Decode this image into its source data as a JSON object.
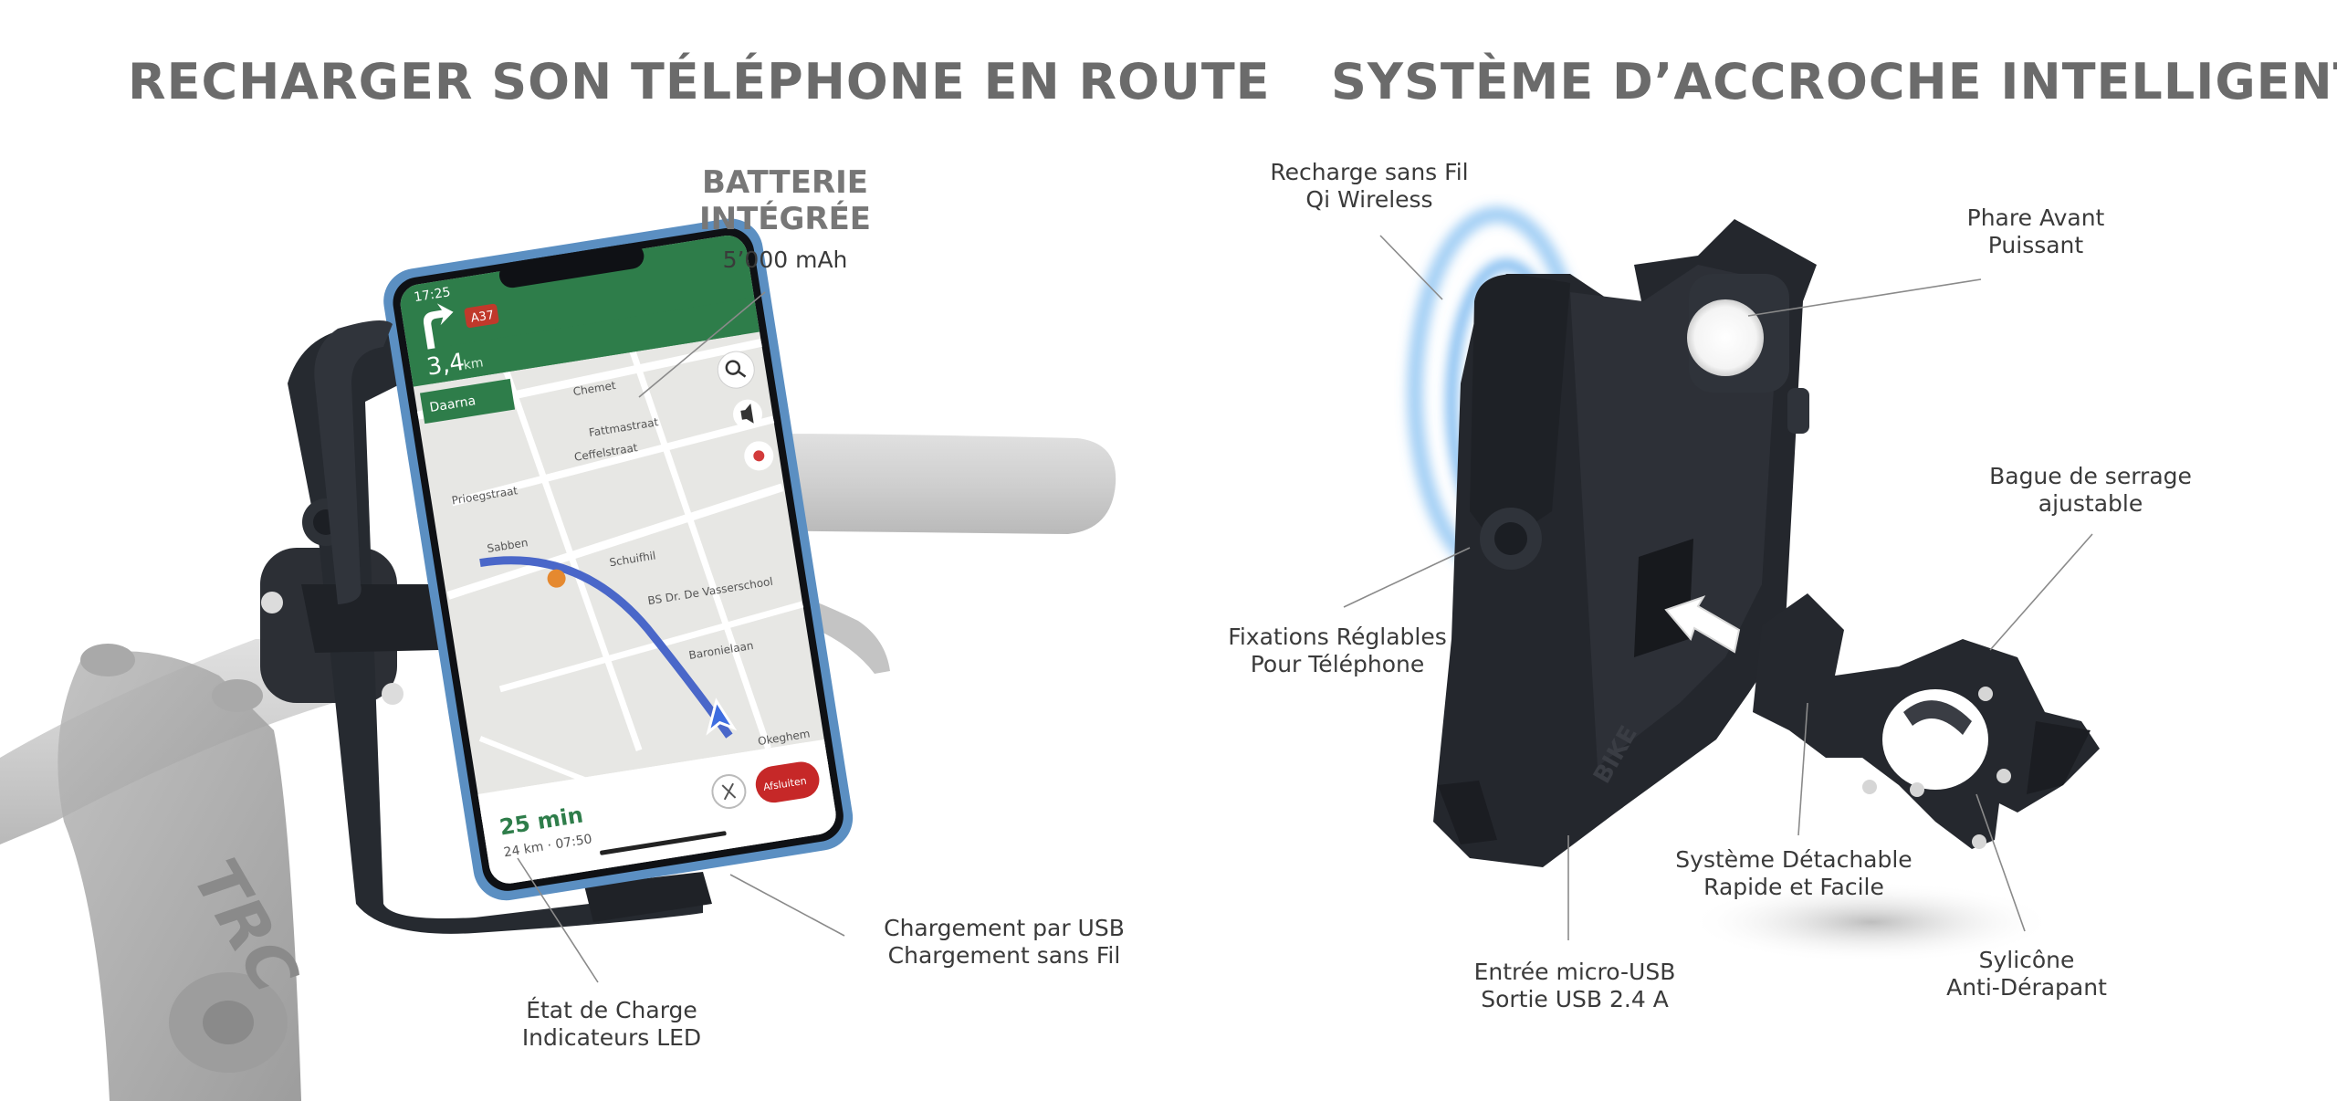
{
  "titles": {
    "left": "RECHARGER SON TÉLÉPHONE EN ROUTE",
    "right": "SYSTÈME D’ACCROCHE INTELLIGENT"
  },
  "left_labels": {
    "battery": {
      "line1": "BATTERIE",
      "line2": "INTÉGRÉE",
      "capacity": "5’000 mAh"
    },
    "usb_charge": {
      "line1": "Chargement par USB",
      "line2": "Chargement sans Fil"
    },
    "led": {
      "line1": "État de Charge",
      "line2": "Indicateurs LED"
    }
  },
  "right_labels": {
    "wireless": {
      "line1": "Recharge sans Fil",
      "line2": "Qi Wireless"
    },
    "headlight": {
      "line1": "Phare Avant",
      "line2": "Puissant"
    },
    "clamp": {
      "line1": "Bague de serrage",
      "line2": "ajustable"
    },
    "grips": {
      "line1": "Fixations Réglables",
      "line2": "Pour Téléphone"
    },
    "detach": {
      "line1": "Système Détachable",
      "line2": "Rapide et Facile"
    },
    "usb_port": {
      "line1": "Entrée micro-USB",
      "line2": "Sortie USB 2.4 A"
    },
    "silicone": {
      "line1": "Sylicône",
      "line2": "Anti-Dérapant"
    }
  },
  "phone_screen": {
    "time": "17:25",
    "distance": "3,4",
    "distance_unit": "km",
    "road_badge": "A37",
    "street_chip": "Daarna",
    "streets": [
      "Chemet",
      "Fattmastraat",
      "Ceffelstraat",
      "Prioegstraat",
      "Schuifhil",
      "BS Dr. De Vasserschool",
      "Baronielaan",
      "Okeghem",
      "Sabben"
    ],
    "eta": "25 min",
    "eta_detail": "24 km · 07:50",
    "end_button": "Afsluiten"
  },
  "colors": {
    "title": "#6b6b6b",
    "phone_case": "#5b8fc2",
    "nav_header": "#2e7d4a",
    "route": "#4a67c9",
    "glow": "#5aa8ec",
    "holder": "#2a2d33"
  },
  "icons": [
    "turn-arrow-icon",
    "search-icon",
    "speaker-icon",
    "report-icon",
    "route-options-icon",
    "navigation-arrow-icon",
    "map-pin-icon",
    "headlight-icon",
    "wireless-waves-icon",
    "insert-arrow-icon",
    "led-indicator-icon"
  ]
}
